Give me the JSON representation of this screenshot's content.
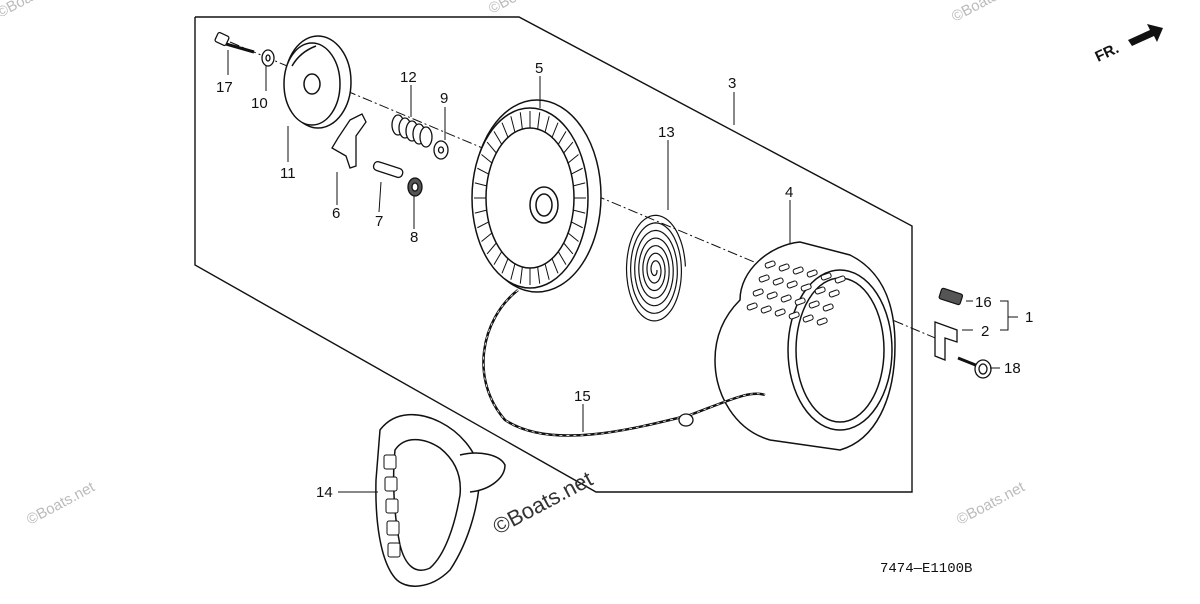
{
  "diagram": {
    "labels": {
      "p1": "1",
      "p2": "2",
      "p3": "3",
      "p4": "4",
      "p5": "5",
      "p6": "6",
      "p7": "7",
      "p8": "8",
      "p9": "9",
      "p10": "10",
      "p11": "11",
      "p12": "12",
      "p13": "13",
      "p14": "14",
      "p15": "15",
      "p16": "16",
      "p17": "17",
      "p18": "18"
    },
    "direction_label": "FR.",
    "drawing_code": "7474—E1100B"
  },
  "watermark": {
    "text": "©Boats.net"
  }
}
